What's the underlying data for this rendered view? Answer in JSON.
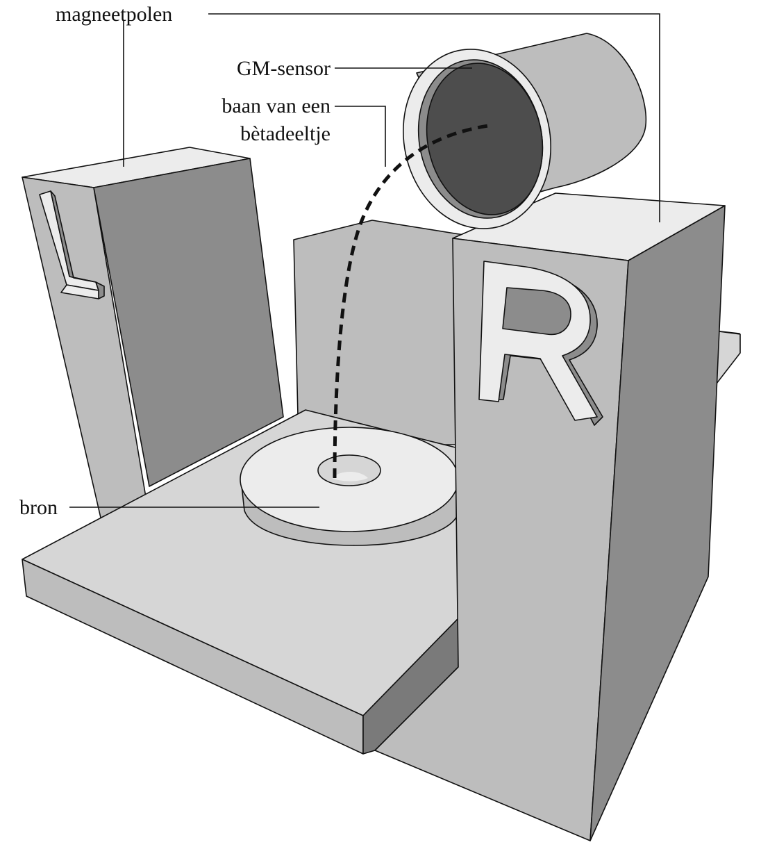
{
  "labels": {
    "magneetpolen": "magneetpolen",
    "gm_sensor": "GM-sensor",
    "baan_line1": "baan van een",
    "baan_line2": "bètadeeltje",
    "bron": "bron"
  },
  "pole_letters": {
    "left": "L",
    "right": "R"
  },
  "colors": {
    "light": "#ececec",
    "mid": "#bdbdbd",
    "midlight": "#d6d6d6",
    "dark": "#8c8c8c",
    "darker": "#7a7a7a",
    "tube_inside": "#4d4d4d",
    "outline": "#111111"
  }
}
